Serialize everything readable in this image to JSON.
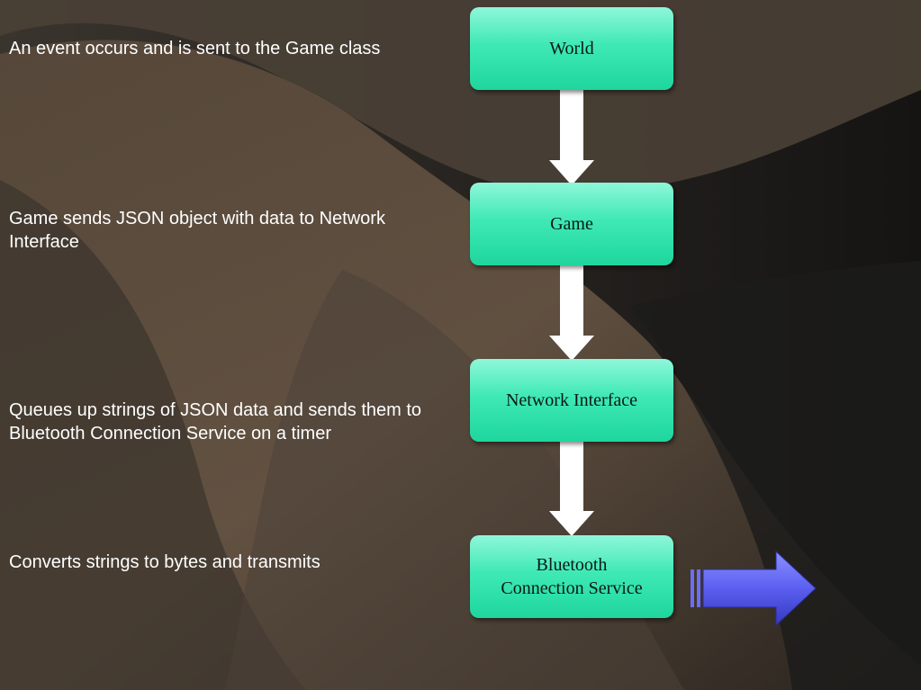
{
  "steps": [
    {
      "description": "An event occurs and is sent to the Game class",
      "node": "World"
    },
    {
      "description": "Game sends JSON object with data to Network Interface",
      "node": "Game"
    },
    {
      "description": "Queues up strings of JSON data and sends them to Bluetooth Connection Service on a timer",
      "node": "Network Interface"
    },
    {
      "description": "Converts strings to bytes and transmits",
      "node": "Bluetooth\nConnection Service"
    }
  ],
  "icons": {
    "flow_arrow": "arrow-down-icon",
    "output_arrow": "arrow-right-icon"
  },
  "colors": {
    "node_fill": "#3fe9b6",
    "arrow_fill": "#ffffff",
    "output_arrow_fill": "#5a5ff0"
  }
}
